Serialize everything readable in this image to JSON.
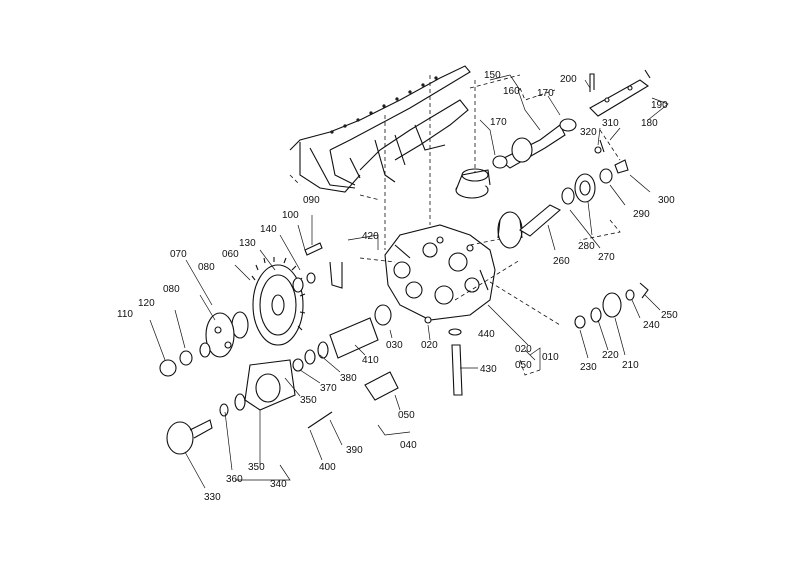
{
  "diagram": {
    "labels": [
      {
        "id": "p150",
        "text": "150"
      },
      {
        "id": "p160",
        "text": "160"
      },
      {
        "id": "p170a",
        "text": "170"
      },
      {
        "id": "p170b",
        "text": "170"
      },
      {
        "id": "p200",
        "text": "200"
      },
      {
        "id": "p190",
        "text": "190"
      },
      {
        "id": "p180",
        "text": "180"
      },
      {
        "id": "p320",
        "text": "320"
      },
      {
        "id": "p310",
        "text": "310"
      },
      {
        "id": "p300",
        "text": "300"
      },
      {
        "id": "p290",
        "text": "290"
      },
      {
        "id": "p280",
        "text": "280"
      },
      {
        "id": "p270",
        "text": "270"
      },
      {
        "id": "p260",
        "text": "260"
      },
      {
        "id": "p090",
        "text": "090"
      },
      {
        "id": "p100",
        "text": "100"
      },
      {
        "id": "p140",
        "text": "140"
      },
      {
        "id": "p130",
        "text": "130"
      },
      {
        "id": "p420",
        "text": "420"
      },
      {
        "id": "p070",
        "text": "070"
      },
      {
        "id": "p060",
        "text": "060"
      },
      {
        "id": "p080a",
        "text": "080"
      },
      {
        "id": "p080b",
        "text": "080"
      },
      {
        "id": "p120",
        "text": "120"
      },
      {
        "id": "p110",
        "text": "110"
      },
      {
        "id": "p030",
        "text": "030"
      },
      {
        "id": "p020a",
        "text": "020"
      },
      {
        "id": "p440",
        "text": "440"
      },
      {
        "id": "p020b",
        "text": "020"
      },
      {
        "id": "p010",
        "text": "010"
      },
      {
        "id": "p050a",
        "text": "050"
      },
      {
        "id": "p430",
        "text": "430"
      },
      {
        "id": "p410",
        "text": "410"
      },
      {
        "id": "p380",
        "text": "380"
      },
      {
        "id": "p370",
        "text": "370"
      },
      {
        "id": "p350a",
        "text": "350"
      },
      {
        "id": "p050b",
        "text": "050"
      },
      {
        "id": "p040",
        "text": "040"
      },
      {
        "id": "p390",
        "text": "390"
      },
      {
        "id": "p400",
        "text": "400"
      },
      {
        "id": "p360",
        "text": "360"
      },
      {
        "id": "p350b",
        "text": "350"
      },
      {
        "id": "p340",
        "text": "340"
      },
      {
        "id": "p330",
        "text": "330"
      },
      {
        "id": "p230",
        "text": "230"
      },
      {
        "id": "p220",
        "text": "220"
      },
      {
        "id": "p210",
        "text": "210"
      },
      {
        "id": "p240",
        "text": "240"
      },
      {
        "id": "p250",
        "text": "250"
      }
    ]
  }
}
